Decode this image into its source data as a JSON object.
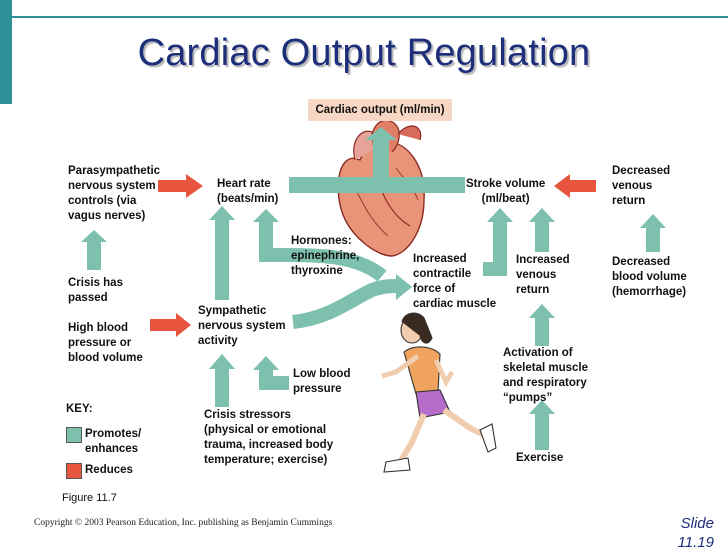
{
  "title": "Cardiac Output Regulation",
  "colors": {
    "promotes": "#7cc0ad",
    "reduces": "#e8553f",
    "title": "#1d2e7a",
    "accent": "#2e8f96"
  },
  "nodes": {
    "cardiac_output": "Cardiac output (ml/min)",
    "heart_rate": "Heart rate\n(beats/min)",
    "stroke_volume": "Stroke volume\n(ml/beat)",
    "parasympathetic": "Parasympathetic\nnervous system\ncontrols (via\nvagus nerves)",
    "crisis_passed": "Crisis has\npassed",
    "high_bp": "High blood\npressure or\nblood volume",
    "sympathetic": "Sympathetic\nnervous system\nactivity",
    "hormones": "Hormones:\nepinephrine,\nthyroxine",
    "low_bp": "Low blood\npressure",
    "crisis_stressors": "Crisis stressors\n(physical or emotional\ntrauma, increased body\ntemperature; exercise)",
    "increased_contractile": "Increased\ncontractile\nforce of\ncardiac muscle",
    "increased_venous": "Increased\nvenous\nreturn",
    "activation": "Activation of\nskeletal muscle\nand respiratory\n“pumps”",
    "exercise": "Exercise",
    "decreased_venous": "Decreased\nvenous\nreturn",
    "decreased_blood_volume": "Decreased\nblood volume\n(hemorrhage)"
  },
  "key": {
    "title": "KEY:",
    "promotes": "Promotes/\nenhances",
    "reduces": "Reduces"
  },
  "figure_label": "Figure 11.7",
  "copyright": "Copyright © 2003 Pearson Education, Inc. publishing as Benjamin Cummings",
  "slide_number": "Slide\n11.19"
}
